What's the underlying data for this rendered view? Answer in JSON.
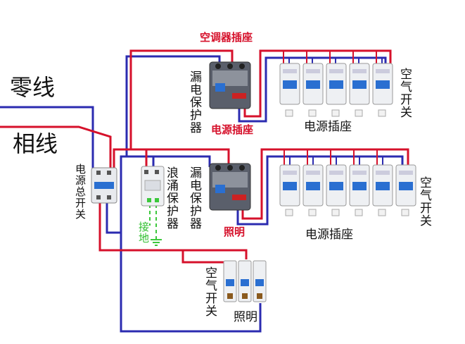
{
  "labels": {
    "neutral": "零线",
    "live": "相线",
    "main_switch": "电源总开关",
    "surge": "浪涌保护器",
    "ground": "接地",
    "leak1": "漏电保护器",
    "leak2": "漏电保护器",
    "ac_socket": "空调器插座",
    "power_socket_red": "电源插座",
    "lighting_red": "照明",
    "sockets1": "电源插座",
    "sockets2": "电源插座",
    "air_switch1": "空气开关",
    "air_switch2": "空气开关",
    "air_switch3": "空气开关",
    "lighting_bottom": "照明"
  },
  "colors": {
    "live": "#d6112b",
    "neutral": "#2b2bb0",
    "ground": "#3cc83c"
  }
}
